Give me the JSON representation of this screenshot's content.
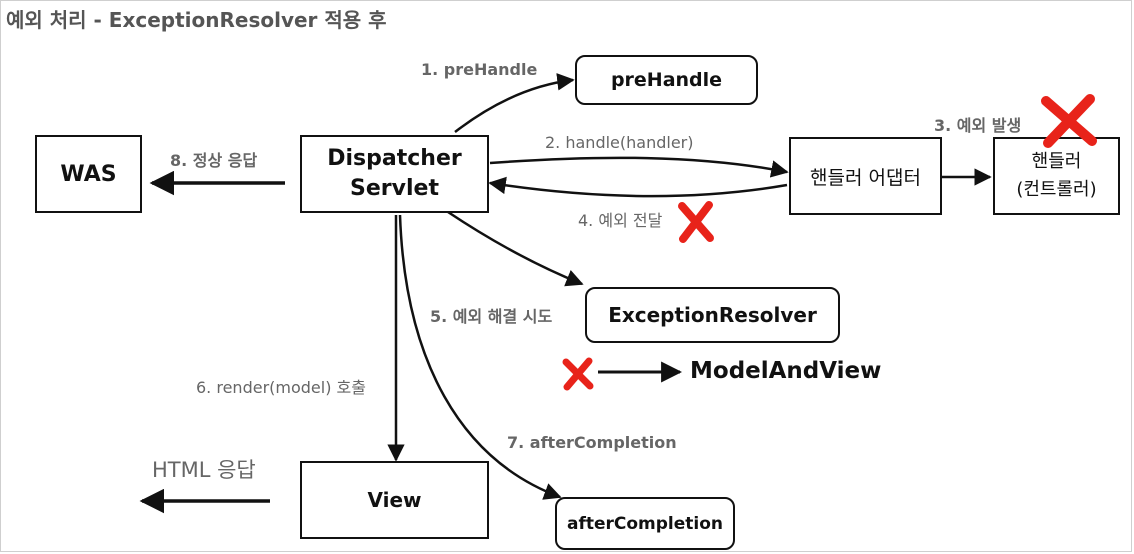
{
  "title": "예외 처리 - ExceptionResolver 적용 후",
  "nodes": {
    "was": "WAS",
    "dispatcher_line1": "Dispatcher",
    "dispatcher_line2": "Servlet",
    "prehandle": "preHandle",
    "adapter": "핸들러 어댑터",
    "handler_line1": "핸들러",
    "handler_line2": "(컨트롤러)",
    "resolver": "ExceptionResolver",
    "view": "View",
    "aftercompletion": "afterCompletion"
  },
  "edges": {
    "step1": "1. preHandle",
    "step2": "2. handle(handler)",
    "step3": "3. 예외 발생",
    "step4": "4. 예외 전달",
    "step5": "5. 예외 해결 시도",
    "step6": "6. render(model) 호출",
    "step7": "7. afterCompletion",
    "step8": "8. 정상 응답",
    "html_response": "HTML 응답",
    "model_and_view": "ModelAndView"
  },
  "colors": {
    "line": "#111111",
    "cross": "#e8231a",
    "label": "#666666",
    "title": "#555555"
  }
}
